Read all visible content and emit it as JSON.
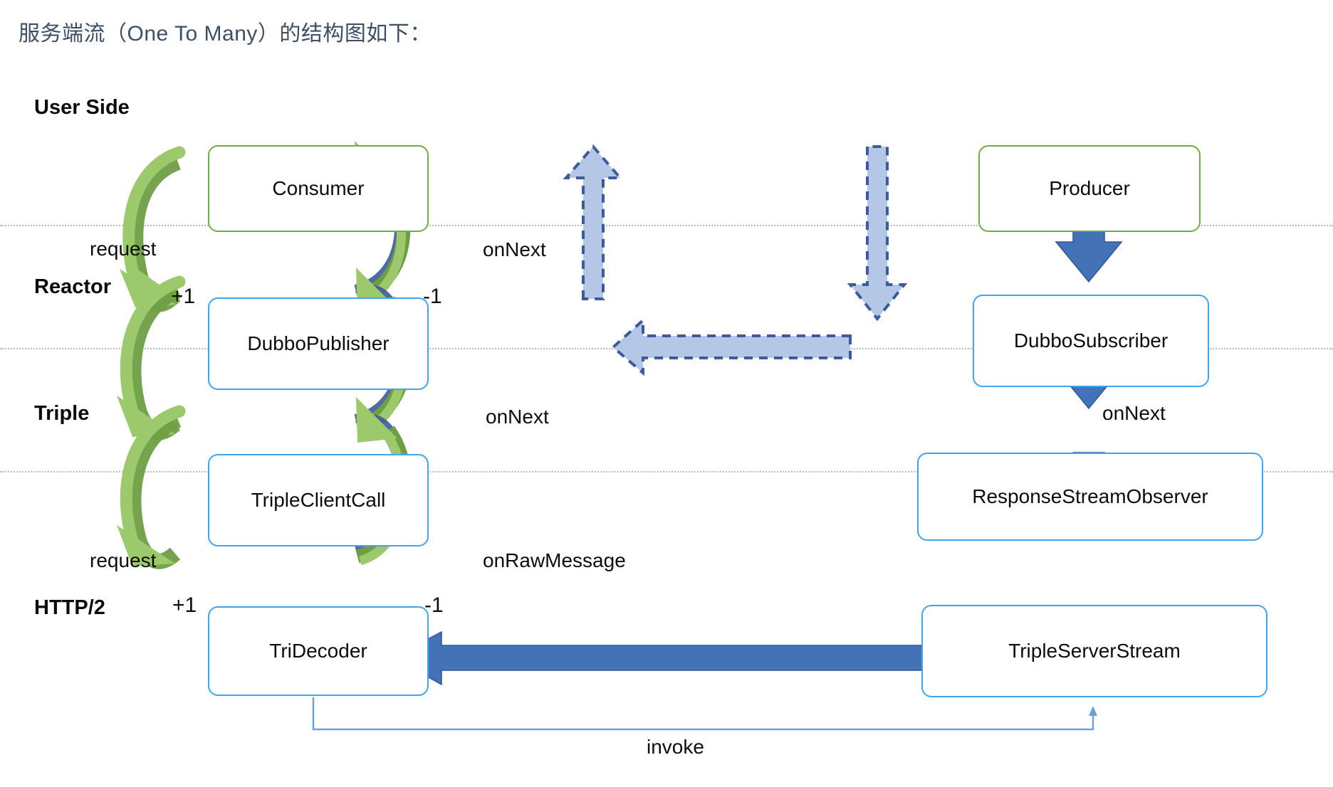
{
  "title": "服务端流（One To Many）的结构图如下：",
  "layers": [
    {
      "name": "user-side",
      "label": "User Side"
    },
    {
      "name": "reactor",
      "label": "Reactor"
    },
    {
      "name": "triple",
      "label": "Triple"
    },
    {
      "name": "http2",
      "label": "HTTP/2"
    }
  ],
  "nodes": {
    "consumer": {
      "label": "Consumer",
      "border": "#70ad47"
    },
    "dubbo_publisher": {
      "label": "DubboPublisher",
      "border": "#41a5ee"
    },
    "triple_client_call": {
      "label": "TripleClientCall",
      "border": "#41a5ee"
    },
    "tri_decoder": {
      "label": "TriDecoder",
      "border": "#41a5ee"
    },
    "producer": {
      "label": "Producer",
      "border": "#70ad47"
    },
    "dubbo_subscriber": {
      "label": "DubboSubscriber",
      "border": "#41a5ee"
    },
    "response_stream_observer": {
      "label": "ResponseStreamObserver",
      "border": "#41a5ee"
    },
    "triple_server_stream": {
      "label": "TripleServerStream",
      "border": "#41a5ee"
    }
  },
  "edges": {
    "request_upper": "request",
    "plus_one_upper": "+1",
    "minus_one_upper": "-1",
    "on_next_consumer": "onNext",
    "on_next_publisher": "onNext",
    "request_lower": "request",
    "plus_one_lower": "+1",
    "minus_one_lower": "-1",
    "on_raw_message": "onRawMessage",
    "on_next_subscriber": "onNext",
    "invoke": "invoke"
  },
  "colors": {
    "green_arrow": "#9cc96b",
    "green_arrow_dark": "#6e9e44",
    "green_border": "#70ad47",
    "blue_border": "#41a5ee",
    "blue_arrow": "#4472b6",
    "dashed_fill": "#b4c7e7",
    "dashed_stroke": "#3d5a9a",
    "title_text": "#3d4f63",
    "lane_line": "#b9b9b9"
  }
}
